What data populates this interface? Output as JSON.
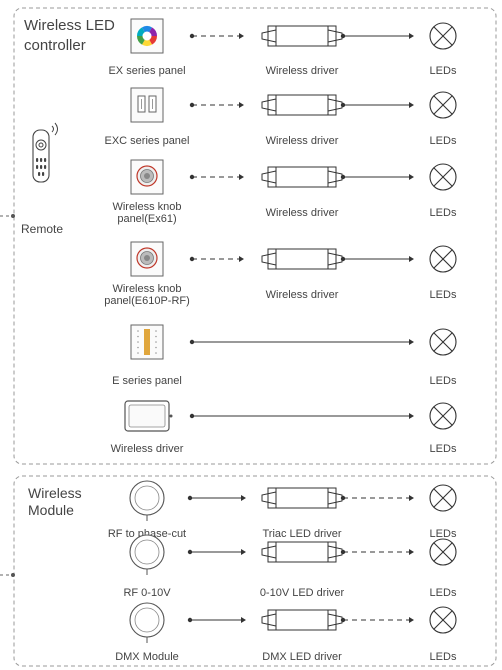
{
  "groups": {
    "controller_title": "Wireless LED controller",
    "controller_title_lines": [
      "Wireless LED",
      "controller"
    ],
    "module_title": "Wireless Module",
    "module_title_lines": [
      "Wireless",
      "Module"
    ]
  },
  "remote": {
    "label": "Remote",
    "icon": "remote-control-icon"
  },
  "controller_rows": [
    {
      "source": "EX series panel",
      "source_icon": "color-wheel-panel-icon",
      "driver": "Wireless driver",
      "target": "LEDs",
      "link": "wireless"
    },
    {
      "source": "EXC series panel",
      "source_icon": "switch-panel-icon",
      "driver": "Wireless driver",
      "target": "LEDs",
      "link": "wireless"
    },
    {
      "source": "Wireless knob panel(Ex61)",
      "source_lines": [
        "Wireless knob",
        "panel(Ex61)"
      ],
      "source_icon": "knob-panel-icon",
      "driver": "Wireless driver",
      "target": "LEDs",
      "link": "wireless"
    },
    {
      "source": "Wireless knob panel(E610P-RF)",
      "source_lines": [
        "Wireless knob",
        "panel(E610P-RF)"
      ],
      "source_icon": "knob-panel-icon",
      "driver": "Wireless driver",
      "target": "LEDs",
      "link": "wireless"
    },
    {
      "source": "E series panel",
      "source_icon": "dimmer-slider-panel-icon",
      "driver": "",
      "target": "LEDs",
      "link": "wired"
    },
    {
      "source": "Wireless driver",
      "source_icon": "wireless-driver-icon",
      "driver": "",
      "target": "LEDs",
      "link": "wired"
    }
  ],
  "module_rows": [
    {
      "source": "RF to phase-cut",
      "source_icon": "round-module-icon",
      "driver": "Triac LED driver",
      "target": "LEDs"
    },
    {
      "source": "RF 0-10V",
      "source_icon": "round-module-icon",
      "driver": "0-10V LED driver",
      "target": "LEDs"
    },
    {
      "source": "DMX Module",
      "source_icon": "round-module-icon",
      "driver": "DMX LED driver",
      "target": "LEDs"
    }
  ],
  "colors": {
    "line": "#333333",
    "border": "#999999",
    "text": "#444444",
    "knob_accent": "#c0392b",
    "slider_accent": "#e0a63c"
  }
}
